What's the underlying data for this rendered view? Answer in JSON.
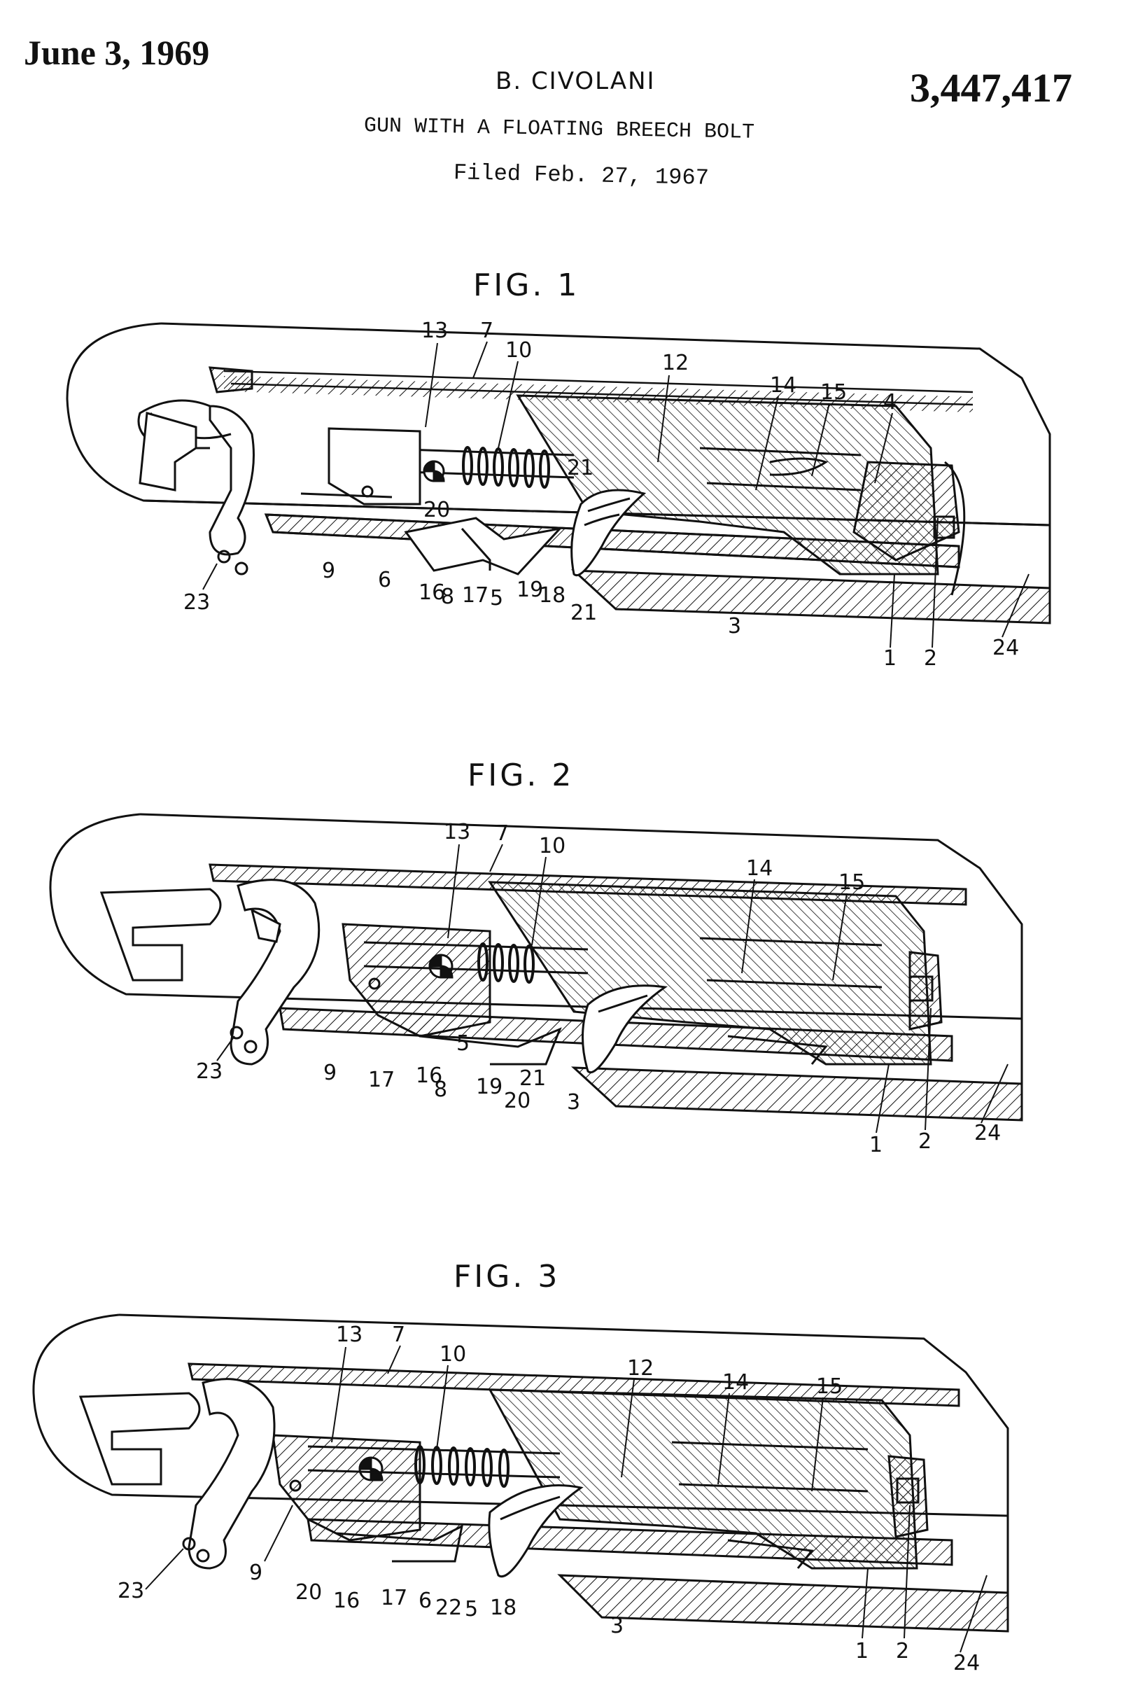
{
  "header": {
    "date": "June 3, 1969",
    "inventor": "B. CIVOLANI",
    "patent_number": "3,447,417",
    "title": "GUN WITH A FLOATING BREECH BOLT",
    "filed": "Filed Feb. 27, 1967"
  },
  "figures": [
    {
      "label": "FIG. 1",
      "refs": [
        "13",
        "7",
        "10",
        "12",
        "14",
        "15",
        "4",
        "9",
        "20",
        "21",
        "6",
        "16",
        "8",
        "17",
        "5",
        "19",
        "18",
        "21",
        "3",
        "1",
        "2",
        "24",
        "23"
      ]
    },
    {
      "label": "FIG. 2",
      "refs": [
        "13",
        "7",
        "10",
        "14",
        "15",
        "9",
        "17",
        "16",
        "8",
        "5",
        "19",
        "20",
        "21",
        "3",
        "1",
        "2",
        "24",
        "23"
      ]
    },
    {
      "label": "FIG. 3",
      "refs": [
        "13",
        "7",
        "10",
        "12",
        "14",
        "15",
        "9",
        "20",
        "16",
        "17",
        "6",
        "22",
        "5",
        "18",
        "3",
        "1",
        "2",
        "24",
        "23"
      ]
    }
  ],
  "colors": {
    "ink": "#111111",
    "paper": "#ffffff"
  }
}
